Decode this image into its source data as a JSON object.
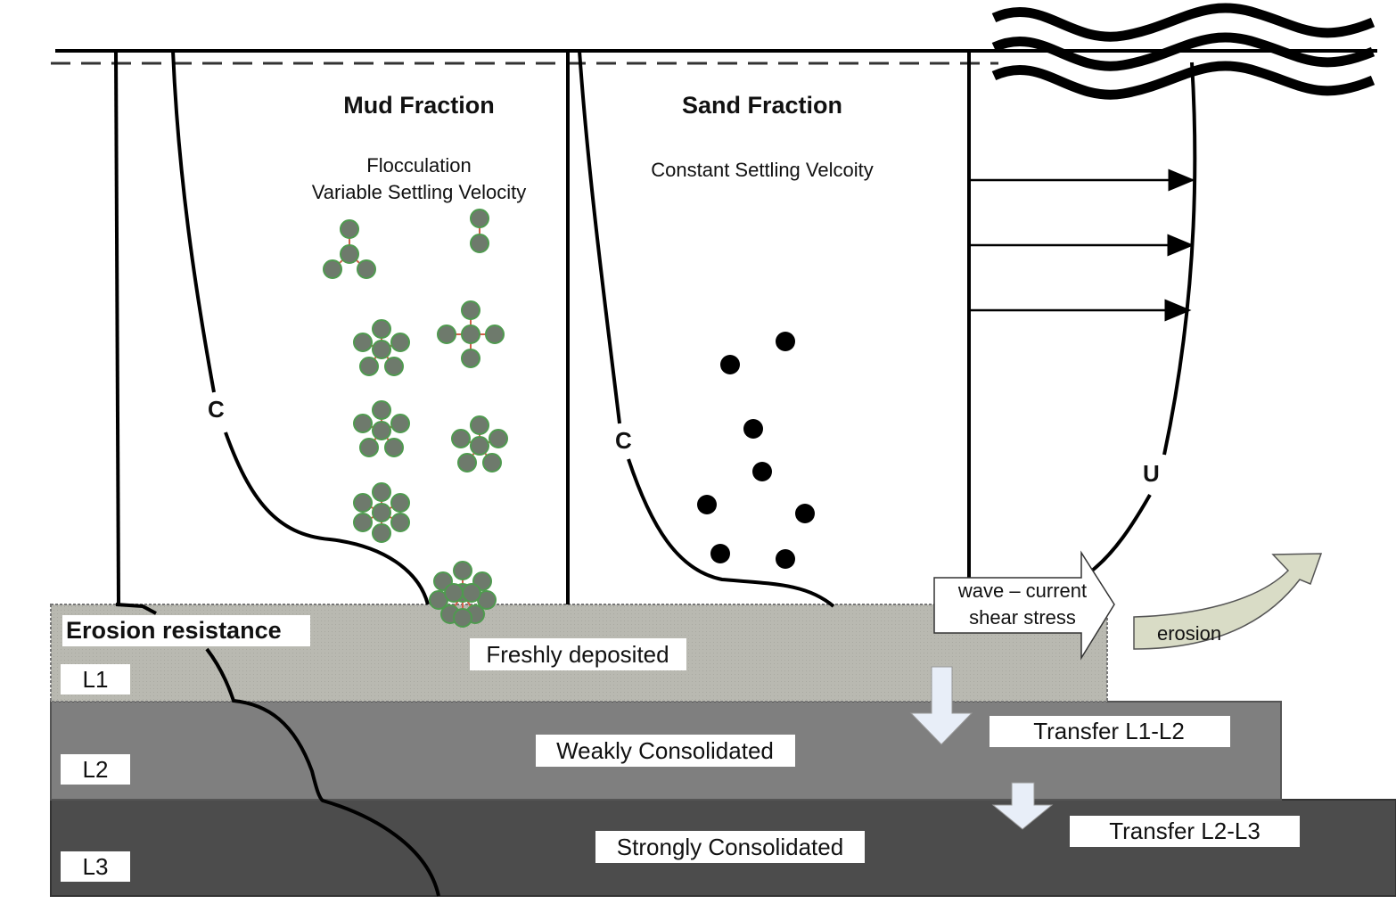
{
  "diagram": {
    "columns": {
      "mud": {
        "title": "Mud Fraction",
        "subtitle_line1": "Flocculation",
        "subtitle_line2": "Variable Settling Velocity",
        "curve_label": "C"
      },
      "sand": {
        "title": "Sand Fraction",
        "subtitle": "Constant Settling Velcoity",
        "curve_label": "C"
      },
      "velocity": {
        "curve_label": "U"
      }
    },
    "arrows": {
      "shear_stress_line1": "wave – current",
      "shear_stress_line2": "shear stress",
      "erosion": "erosion"
    },
    "bed": {
      "erosion_resistance": "Erosion resistance",
      "layers": [
        {
          "id": "L1",
          "label": "L1",
          "description": "Freshly deposited",
          "color": "#b9b9b1"
        },
        {
          "id": "L2",
          "label": "L2",
          "description": "Weakly Consolidated",
          "color": "#7f7f7f"
        },
        {
          "id": "L3",
          "label": "L3",
          "description": "Strongly Consolidated",
          "color": "#4c4c4c"
        }
      ],
      "transfers": [
        {
          "label": "Transfer L1-L2"
        },
        {
          "label": "Transfer L2-L3"
        }
      ]
    },
    "colors": {
      "floc_particle": "#6e7a6c",
      "floc_outline": "#4f9a4f",
      "floc_bond": "#d0604a",
      "sand_particle": "#000000",
      "erosion_arrow": "#d9dcc6",
      "transfer_arrow": "#e8eef8"
    }
  }
}
